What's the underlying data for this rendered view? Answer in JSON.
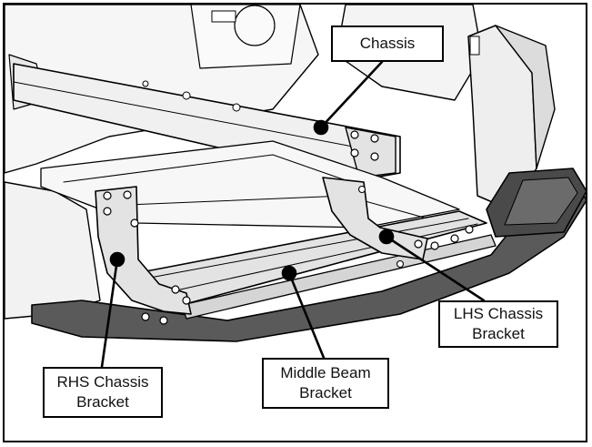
{
  "figure": {
    "colors": {
      "frame": "#000000",
      "part_highlight": "#e3e3e3",
      "vehicle_body": "#f4f4f4",
      "bumper": "#555555",
      "line_art": "#000000"
    },
    "callouts": {
      "chassis": {
        "lines": [
          "Chassis"
        ]
      },
      "lhs_bracket": {
        "lines": [
          "LHS Chassis",
          "Bracket"
        ]
      },
      "rhs_bracket": {
        "lines": [
          "RHS Chassis",
          "Bracket"
        ]
      },
      "middle_beam": {
        "lines": [
          "Middle Beam",
          "Bracket"
        ]
      }
    }
  }
}
